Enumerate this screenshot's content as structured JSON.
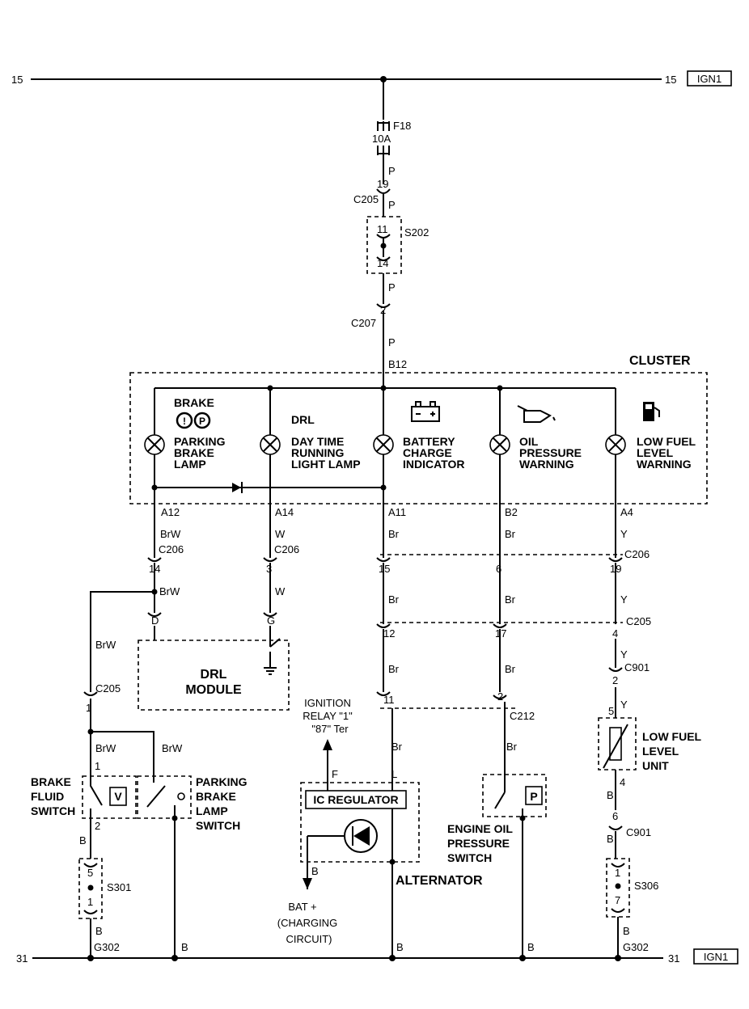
{
  "rails": {
    "top_left": "15",
    "top_right": "15",
    "top_tag": "IGN1",
    "bottom_left": "31",
    "bottom_right": "31",
    "bottom_tag": "IGN1"
  },
  "fuse": {
    "id": "F18",
    "rating": "10A"
  },
  "wires": {
    "p1": "P",
    "p2": "P",
    "p3": "P",
    "p4": "P",
    "brw1": "BrW",
    "brw2": "BrW",
    "brw3": "BrW",
    "brw4": "BrW",
    "brw5": "BrW",
    "w1": "W",
    "w2": "W",
    "br1": "Br",
    "br2": "Br",
    "br3": "Br",
    "br4": "Br",
    "br5": "Br",
    "br6": "Br",
    "br7": "Br",
    "br8": "Br",
    "y1": "Y",
    "y2": "Y",
    "y3": "Y",
    "y4": "Y",
    "b_bfs": "B",
    "b_s301": "B",
    "b_pbl": "B",
    "b_alt": "B",
    "b_alt_gnd": "B",
    "b_eop": "B",
    "b_lfl": "B",
    "b_c901": "B",
    "b_s306": "B",
    "f": "F",
    "l": "L"
  },
  "connectors": {
    "c205_top": "C205",
    "c205_top_pin": "19",
    "s202": "S202",
    "s202_pin_a": "11",
    "s202_pin_b": "14",
    "c207": "C207",
    "c207_pin": "2",
    "b12": "B12",
    "a12": "A12",
    "a14": "A14",
    "a11": "A11",
    "b2": "B2",
    "a4": "A4",
    "c206_a": "C206",
    "c206_b": "C206",
    "c206_c": "C206",
    "pin14": "14",
    "pin3": "3",
    "pin15": "15",
    "pin6": "6",
    "pin19": "19",
    "pin_d": "D",
    "pin_g": "G",
    "c205_mid": "C205",
    "pin12": "12",
    "pin17": "17",
    "pin4": "4",
    "c205_left": "C205",
    "pin1_left": "1",
    "c901_a": "C901",
    "pin2_c901": "2",
    "pin11": "11",
    "pin2_c212": "2",
    "c212": "C212",
    "pin5_lfl": "5",
    "pin4_lfl": "4",
    "pin6_c901": "6",
    "c901_b": "C901",
    "bfs_pin1": "1",
    "bfs_pin2": "2",
    "s301": "S301",
    "s301_pin_a": "5",
    "s301_pin_b": "1",
    "s306": "S306",
    "s306_pin_a": "1",
    "s306_pin_b": "7",
    "g302_left": "G302",
    "g302_right": "G302"
  },
  "cluster": {
    "title": "CLUSTER",
    "brake_heading": "BRAKE",
    "brake_icon_1": "!",
    "brake_icon_2": "P",
    "drl_heading": "DRL",
    "lamps": [
      {
        "line1": "PARKING",
        "line2": "BRAKE",
        "line3": "LAMP"
      },
      {
        "line1": "DAY TIME",
        "line2": "RUNNING",
        "line3": "LIGHT LAMP"
      },
      {
        "line1": "BATTERY",
        "line2": "CHARGE",
        "line3": "INDICATOR"
      },
      {
        "line1": "OIL",
        "line2": "PRESSURE",
        "line3": "WARNING"
      },
      {
        "line1": "LOW FUEL",
        "line2": "LEVEL",
        "line3": "WARNING"
      }
    ]
  },
  "drl_module": {
    "line1": "DRL",
    "line2": "MODULE"
  },
  "ignition_relay": {
    "line1": "IGNITION",
    "line2": "RELAY \"1\"",
    "line3": "\"87\" Ter"
  },
  "ic_regulator": "IC REGULATOR",
  "alternator": "ALTERNATOR",
  "bat_label": {
    "line1": "BAT +",
    "line2": "(CHARGING",
    "line3": "CIRCUIT)"
  },
  "brake_fluid_switch": {
    "line1": "BRAKE",
    "line2": "FLUID",
    "line3": "SWITCH",
    "symbol": "V"
  },
  "parking_brake_switch": {
    "line1": "PARKING",
    "line2": "BRAKE",
    "line3": "LAMP",
    "line4": "SWITCH",
    "symbol": "O"
  },
  "engine_oil_switch": {
    "line1": "ENGINE OIL",
    "line2": "PRESSURE",
    "line3": "SWITCH",
    "symbol": "P"
  },
  "low_fuel_unit": {
    "line1": "LOW FUEL",
    "line2": "LEVEL",
    "line3": "UNIT"
  }
}
